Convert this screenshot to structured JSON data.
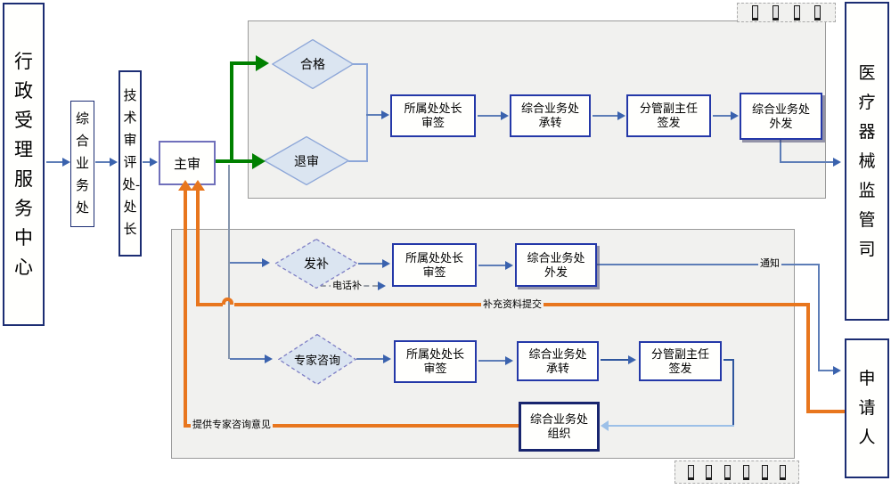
{
  "left": {
    "admin_center": "行政受理服务中心",
    "general_office": "综合业务处",
    "tech_review_dept": "技术审评处-处长",
    "chief_reviewer": "主审"
  },
  "right": {
    "device_regulator": "医疗器械监管司",
    "applicant": "申请人"
  },
  "decisions": {
    "qualified": "合格",
    "return_review": "退审",
    "supplement": "发补",
    "expert_consult": "专家咨询"
  },
  "boxes": {
    "dept_chief_sign": {
      "line1": "所属处处长",
      "line2": "审签"
    },
    "general_office_transfer": {
      "line1": "综合业务处",
      "line2": "承转"
    },
    "deputy_director_issue": {
      "line1": "分管副主任",
      "line2": "签发"
    },
    "general_office_dispatch": {
      "line1": "综合业务处",
      "line2": "外发"
    },
    "general_office_organize": {
      "line1": "综合业务处",
      "line2": "组织"
    }
  },
  "edge_labels": {
    "notify": "通知",
    "phone_supplement": "电话补",
    "supplement_submit": "补充资料提交",
    "expert_opinion": "提供专家咨询意见"
  },
  "markers": {
    "top_bars": 4,
    "bottom_bars": 6
  },
  "colors": {
    "approve_green": "#008000",
    "feedback_orange": "#e8761e",
    "box_border_blue": "#2438a8",
    "outer_border_navy": "#1c2d73",
    "connector_blue": "#5d7db7",
    "container_gray": "#f1f1ef",
    "diamond_fill": "#dbe5f1"
  }
}
